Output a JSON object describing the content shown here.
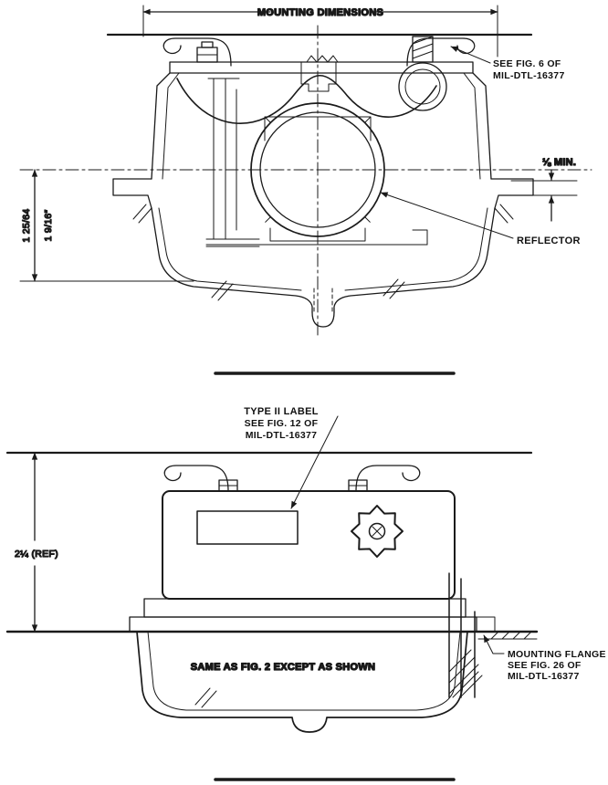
{
  "document": {
    "background": "#ffffff",
    "ink_color": "#1a1a1a"
  },
  "figure_top": {
    "title": "MOUNTING DIMENSIONS",
    "callout_fig6": {
      "line1": "SEE FIG. 6 OF",
      "line2": "MIL-DTL-16377"
    },
    "dim_min_clearance": "⅛ MIN.",
    "reflector_label": "REFLECTOR",
    "dim_depth_a": "1 25/64",
    "dim_depth_b": "1 9/16″"
  },
  "figure_bottom": {
    "callout_label": {
      "line1": "TYPE II LABEL",
      "line2": "SEE FIG. 12 OF",
      "line3": "MIL-DTL-16377"
    },
    "dim_height": "2¼ (REF)",
    "body_note": "SAME AS FIG. 2 EXCEPT AS SHOWN",
    "callout_flange": {
      "line1": "MOUNTING FLANGE",
      "line2": "SEE FIG. 26 OF",
      "line3": "MIL-DTL-16377"
    }
  }
}
